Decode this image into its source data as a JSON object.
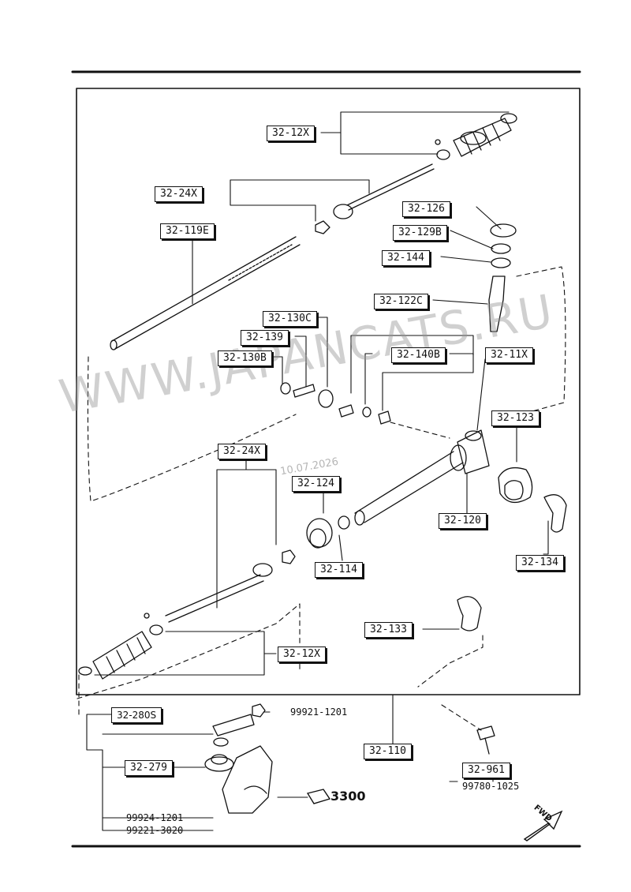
{
  "labels": {
    "l_12x_top": "32-12X",
    "l_24x_top": "32-24X",
    "l_119e": "32-119E",
    "l_126": "32-126",
    "l_129b": "32-129B",
    "l_144": "32-144",
    "l_122c": "32-122C",
    "l_130c": "32-130C",
    "l_139": "32-139",
    "l_130b": "32-130B",
    "l_140b": "32-140B",
    "l_11x": "32-11X",
    "l_123": "32-123",
    "l_24x_mid": "32-24X",
    "l_124": "32-124",
    "l_120": "32-120",
    "l_114": "32-114",
    "l_134": "32-134",
    "l_133": "32-133",
    "l_12x_bot": "32-12X",
    "l_280s": "32-280S",
    "l_279": "32-279",
    "l_110": "32-110",
    "l_961": "32-961",
    "p_99921": "99921-1201",
    "p_99780": "99780-1025",
    "p_99924": "99924-1201",
    "p_99221": "99221-3020",
    "ref_3300": "3300",
    "fwd": "FWD"
  },
  "watermark": {
    "text": "WWW.JAPANCATS.RU",
    "date": "10.07.2026"
  }
}
